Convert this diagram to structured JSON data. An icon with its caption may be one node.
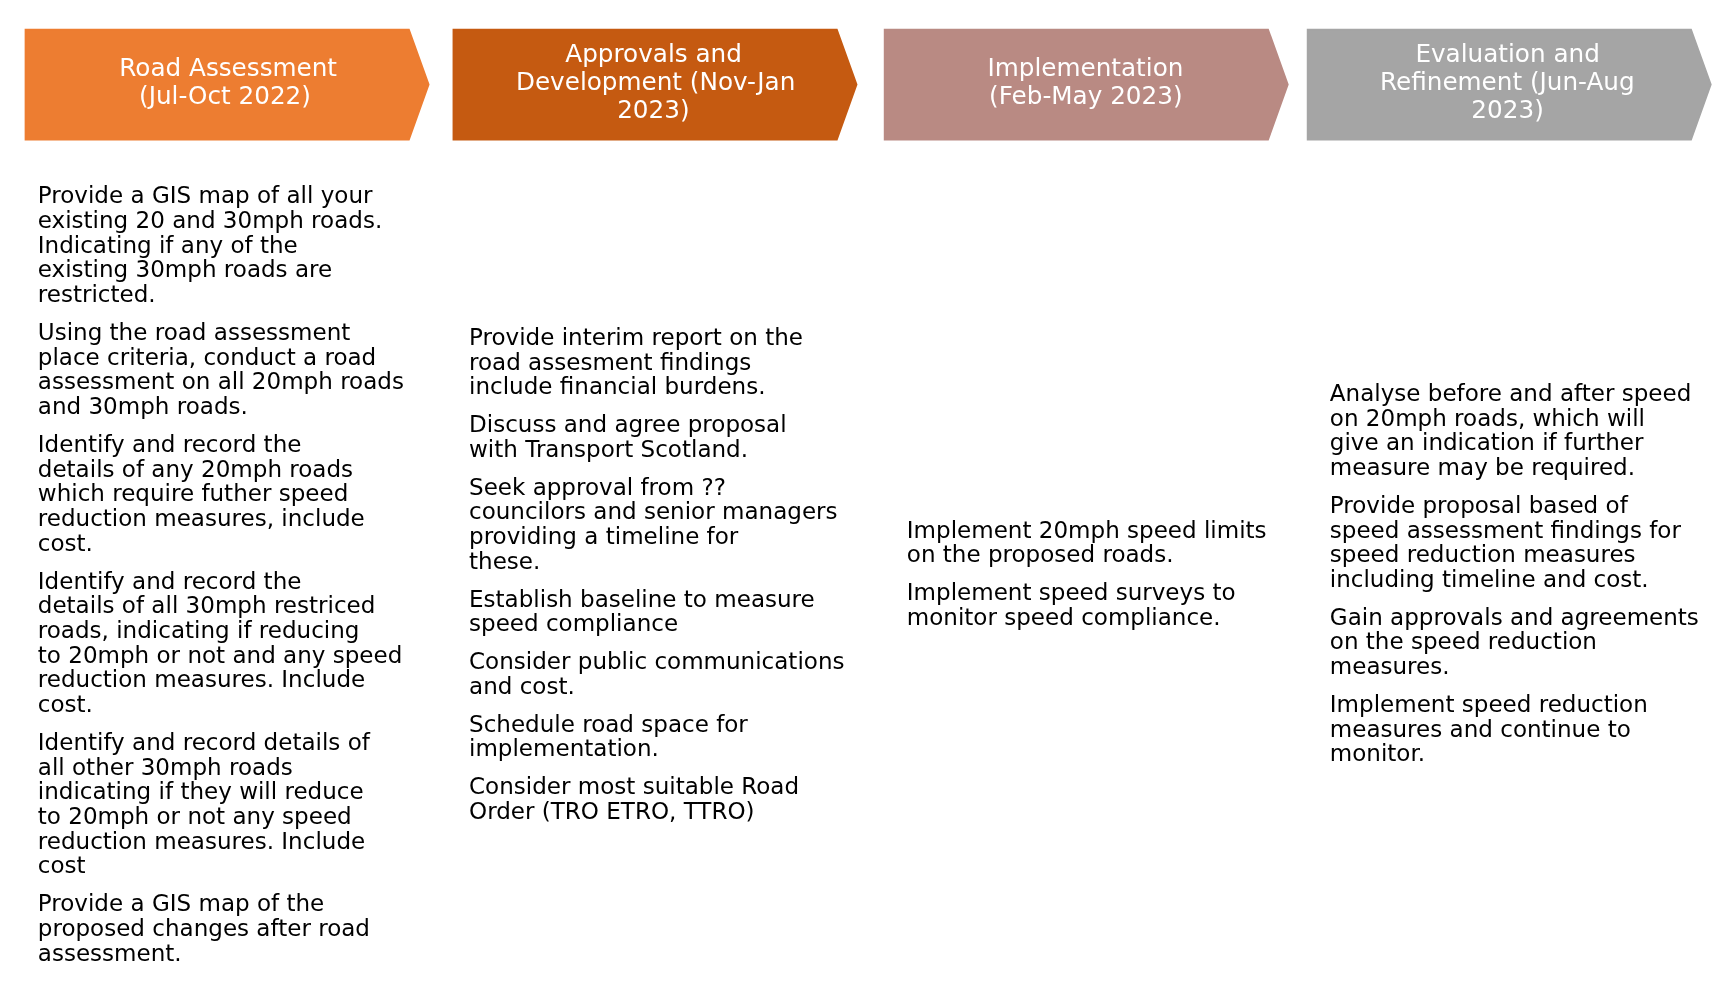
{
  "diagram": {
    "nodes": [
      {
        "text": [
          "Road Assessment (Jul-Oct 2022)"
        ],
        "beside": [
          "Provide a GIS map of all your existing 20 and 30mph roads. Indicating if any of the existing 30mph roads are restricted.",
          "Using the road assessment place criteria, conduct a road assessment on all 20mph roads and 30mph roads.",
          "Identify and record the details of any 20mph roads which require futher speed reduction measures, include cost.",
          "Identify and record the details of all 30mph restriced roads, indicating if reducing to 20mph or not and any speed reduction measures. Include cost.",
          "Identify and record details of all other 30mph roads indicating if they will reduce to 20mph or not any speed reduction measures. Include cost",
          "Provide a GIS map of the proposed changes after road assessment."
        ]
      },
      {
        "text": [
          "Approvals and Development (Nov-Jan 2023)"
        ],
        "beside": [
          "Provide interim report on the road assesment findings include financial burdens.",
          "Discuss and agree proposal with Transport Scotland.",
          "Seek approval from ?? councilors and senior managers providing a timeline for these.",
          "Establish baseline to measure speed compliance",
          "Consider public communications and cost.",
          "Schedule road space for implementation.",
          "Consider most suitable Road Order (TRO ETRO, TTRO)"
        ]
      },
      {
        "text": [
          "Implementation (Feb-May 2023)"
        ],
        "beside": [
          "Implement 20mph speed limits on the proposed roads.",
          "Implement speed surveys to monitor speed compliance."
        ]
      },
      {
        "text": [
          "Evaluation and Refinement (Jun-Aug 2023)"
        ],
        "beside": [
          "Analyse before and after speed on 20mph roads, which will give an indication if further measure may be required.",
          "Provide proposal based of speed assessment findings for speed reduction measures including timeline and cost.",
          "Gain approvals and agreements on the speed reduction measures.",
          "Implement speed reduction measures and continue to monitor."
        ]
      }
    ],
    "edges": []
  }
}
